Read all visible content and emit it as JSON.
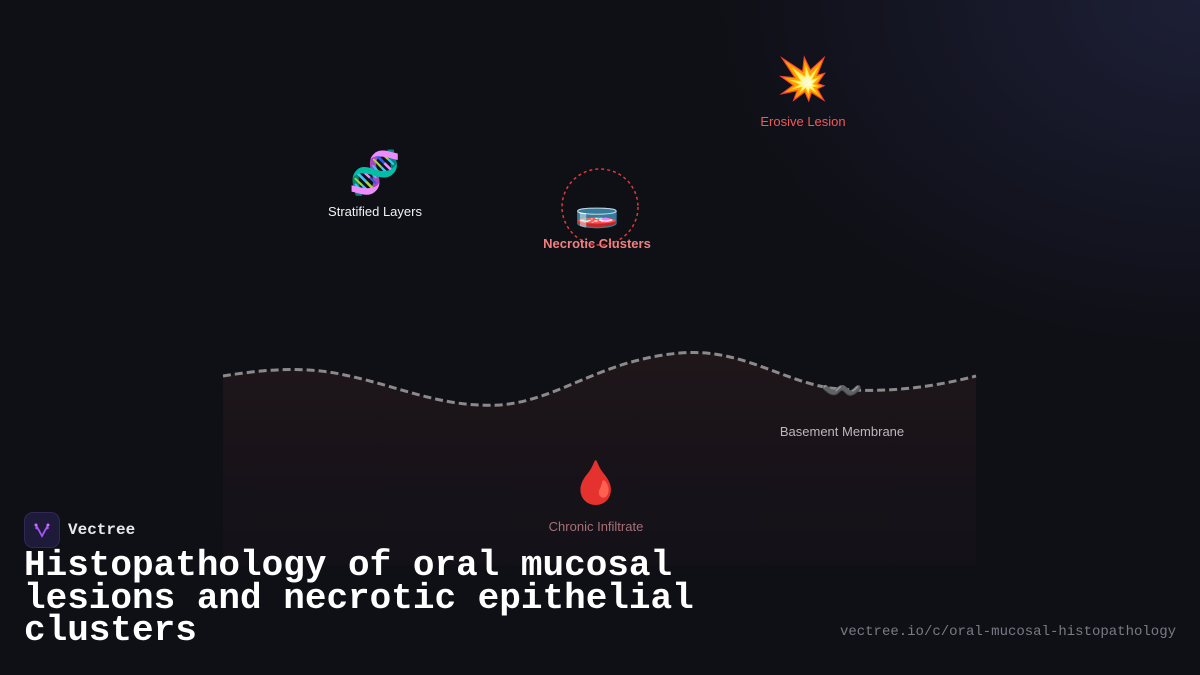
{
  "diagram": {
    "nodes": [
      {
        "id": "stratified",
        "label": "Stratified Layers",
        "icon": "dna-icon",
        "glyph": "🧬",
        "color": "#f2f2f2"
      },
      {
        "id": "necrotic",
        "label": "Necrotic Clusters",
        "icon": "petri-dish-icon",
        "glyph": "🧫",
        "color": "#f08080",
        "highlighted": true
      },
      {
        "id": "erosive",
        "label": "Erosive Lesion",
        "icon": "collision-icon",
        "glyph": "💥",
        "color": "#f05a5a"
      },
      {
        "id": "basement",
        "label": "Basement Membrane",
        "icon": "wavy-line-icon",
        "glyph": "〰️",
        "color": "#b8b8c0"
      },
      {
        "id": "chronic",
        "label": "Chronic Infiltrate",
        "icon": "blood-drop-icon",
        "glyph": "🩸",
        "color": "#a87078"
      }
    ],
    "colors": {
      "highlight_ring": "#e03a3a",
      "membrane_line": "#8a8a8a",
      "lamina_fill": "#1e1518"
    }
  },
  "brand": {
    "name": "Vectree",
    "logo": "vectree-logo"
  },
  "title": "Histopathology of oral mucosal lesions and necrotic epithelial clusters",
  "url": "vectree.io/c/oral-mucosal-histopathology"
}
